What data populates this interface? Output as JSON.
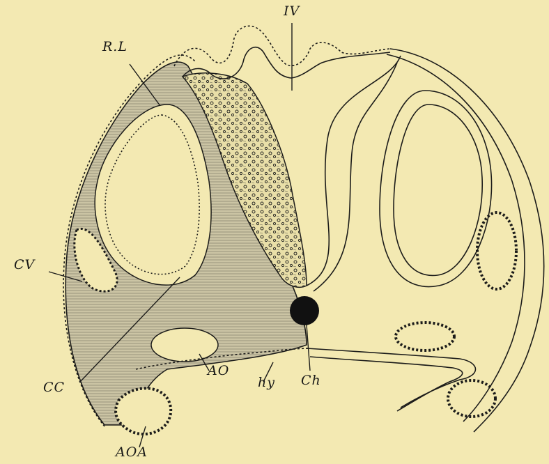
{
  "labels": {
    "iv": "IV",
    "rl": "R.L",
    "cv": "CV",
    "cc": "CC",
    "ao": "AO",
    "aoa": "AOA",
    "hy": "hy",
    "ch": "Ch"
  },
  "colors": {
    "paper": "#f3e9b2",
    "tissue_shade": "#c9c2a2",
    "ink": "#1c1c1a",
    "notochord": "#111111"
  }
}
